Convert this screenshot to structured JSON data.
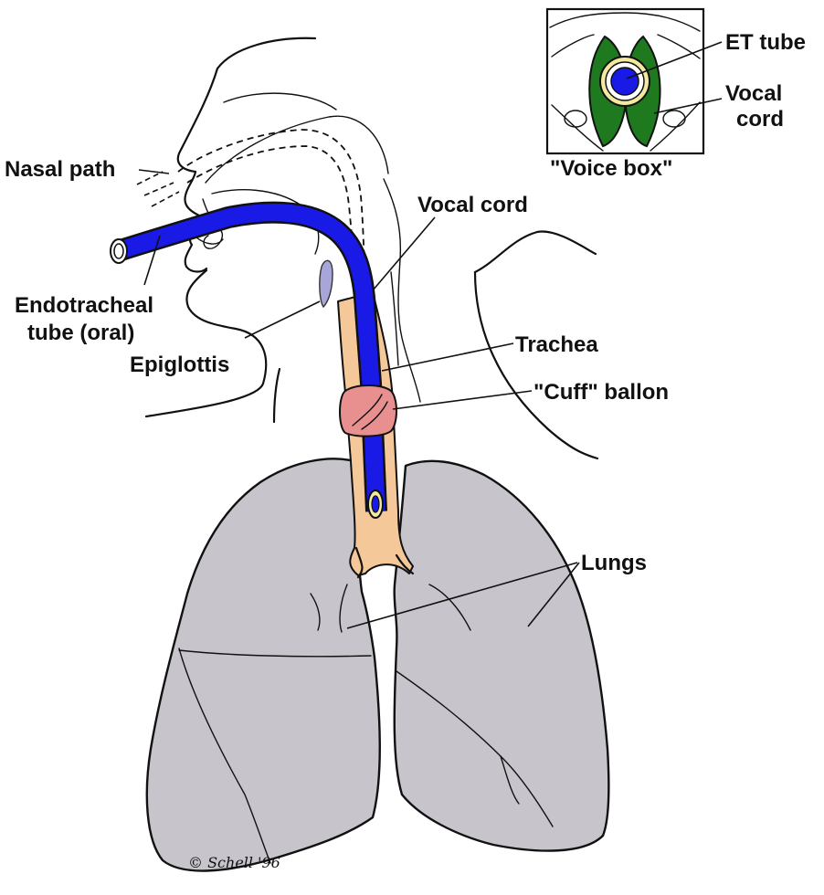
{
  "colors": {
    "tube": "#1a1ae6",
    "vocal_cord": "#1f7a1f",
    "trachea": "#f5c89a",
    "cuff": "#e89090",
    "lungs": "#c7c5cb",
    "cuff_ring": "#f3e9a0"
  },
  "labels": {
    "nasal_path": "Nasal path",
    "endotracheal_line1": "Endotracheal",
    "endotracheal_line2": "tube (oral)",
    "epiglottis": "Epiglottis",
    "vocal_cord": "Vocal cord",
    "trachea": "Trachea",
    "cuff": "\"Cuff\" ballon",
    "lungs": "Lungs",
    "inset_et_tube": "ET tube",
    "inset_vocal_line1": "Vocal",
    "inset_vocal_line2": "cord",
    "inset_caption": "\"Voice box\""
  },
  "signature": "© Schell '96"
}
